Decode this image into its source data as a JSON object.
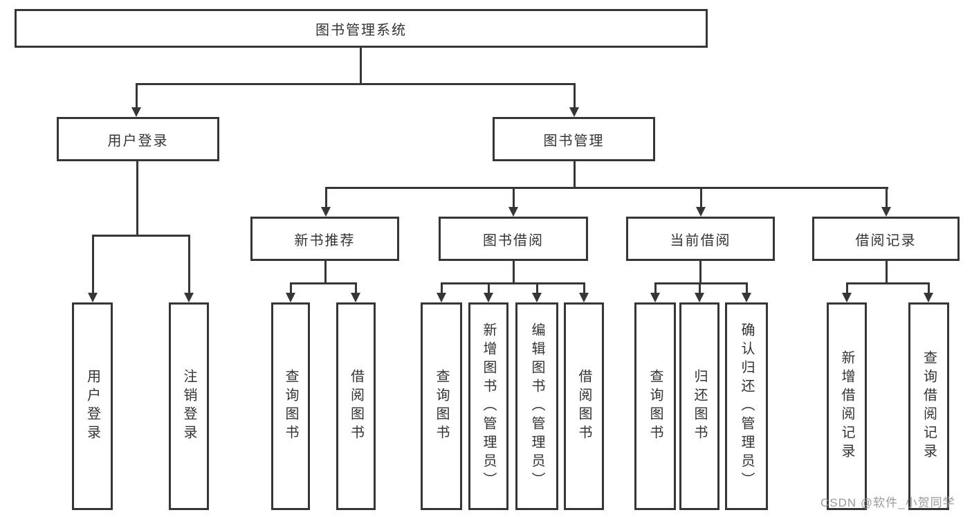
{
  "diagram": {
    "root": {
      "label": "图书管理系统"
    },
    "level1": [
      {
        "label": "用户登录"
      },
      {
        "label": "图书管理"
      }
    ],
    "level2": [
      {
        "label": "新书推荐"
      },
      {
        "label": "图书借阅"
      },
      {
        "label": "当前借阅"
      },
      {
        "label": "借阅记录"
      }
    ],
    "leaves": {
      "user_login": [
        "用户登录",
        "注销登录"
      ],
      "new_book_recommend": [
        "查询图书",
        "借阅图书"
      ],
      "book_borrowing": [
        "查询图书",
        "新增图书（管理员）",
        "编辑图书（管理员）",
        "借阅图书"
      ],
      "current_borrowing": [
        "查询图书",
        "归还图书",
        "确认归还（管理员）"
      ],
      "borrowing_records": [
        "新增借阅记录",
        "查询借阅记录"
      ]
    },
    "watermark": "CSDN @软件_小贺同学",
    "colors": {
      "line": "#363636",
      "text": "#333333",
      "background": "#ffffff",
      "watermark": "#919191"
    }
  }
}
